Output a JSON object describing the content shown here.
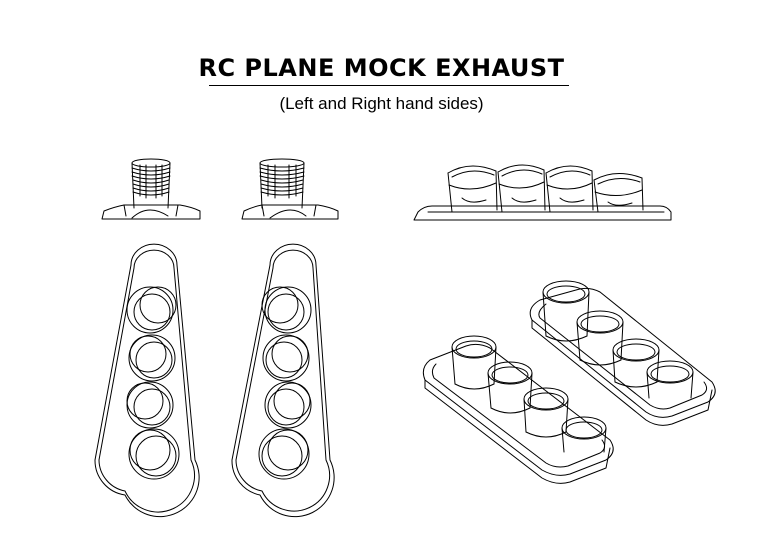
{
  "drawing": {
    "title": "RC PLANE MOCK EXHAUST",
    "subtitle": "(Left and Right hand sides)"
  },
  "views": [
    {
      "name": "side-view-left",
      "kind": "side"
    },
    {
      "name": "side-view-right",
      "kind": "side"
    },
    {
      "name": "front-view-row",
      "kind": "front",
      "stacks": 4
    },
    {
      "name": "top-view-left",
      "kind": "top",
      "stacks": 4
    },
    {
      "name": "top-view-right",
      "kind": "top",
      "stacks": 4
    },
    {
      "name": "isometric-view-pair",
      "kind": "isometric",
      "stacks": 4
    }
  ]
}
